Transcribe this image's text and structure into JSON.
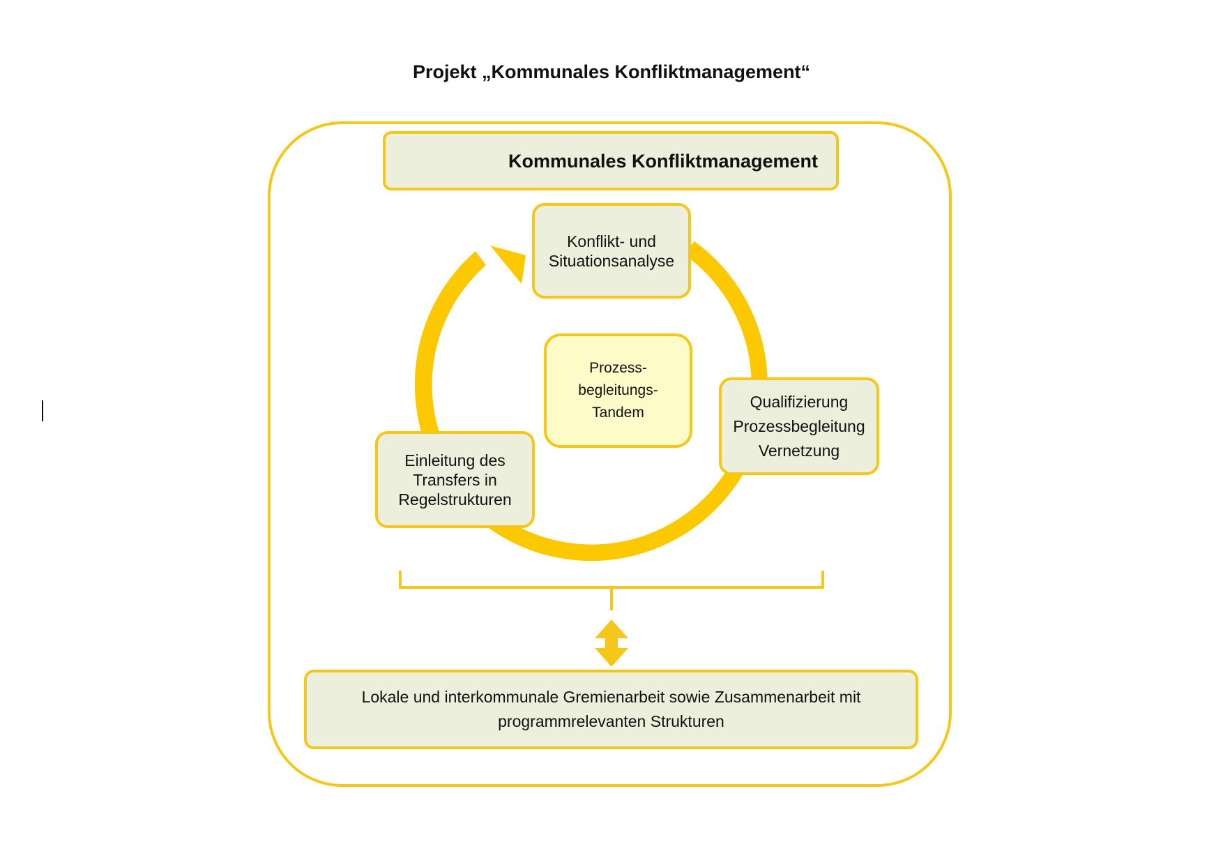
{
  "page": {
    "title": "Projekt „Kommunales Konfliktmanagement“"
  },
  "diagram": {
    "header": "Kommunales Konfliktmanagement",
    "cycle": {
      "top_step": [
        "Konflikt- und",
        "Situationsanalyse"
      ],
      "right_step": [
        "Qualifizierung",
        "Prozessbegleitung",
        "Vernetzung"
      ],
      "left_step": [
        "Einleitung des",
        "Transfers in",
        "Regelstrukturen"
      ],
      "center": [
        "Prozess-",
        "begleitungs-",
        "Tandem"
      ]
    },
    "bottom": [
      "Lokale und interkommunale Gremienarbeit sowie Zusammenarbeit mit",
      "programmrelevanten Strukturen"
    ]
  },
  "colors": {
    "accent_yellow": "#f5c71a",
    "arrow_yellow": "#fcc800",
    "box_fill": "#ebefdc",
    "center_fill": "#fdfcc8"
  }
}
